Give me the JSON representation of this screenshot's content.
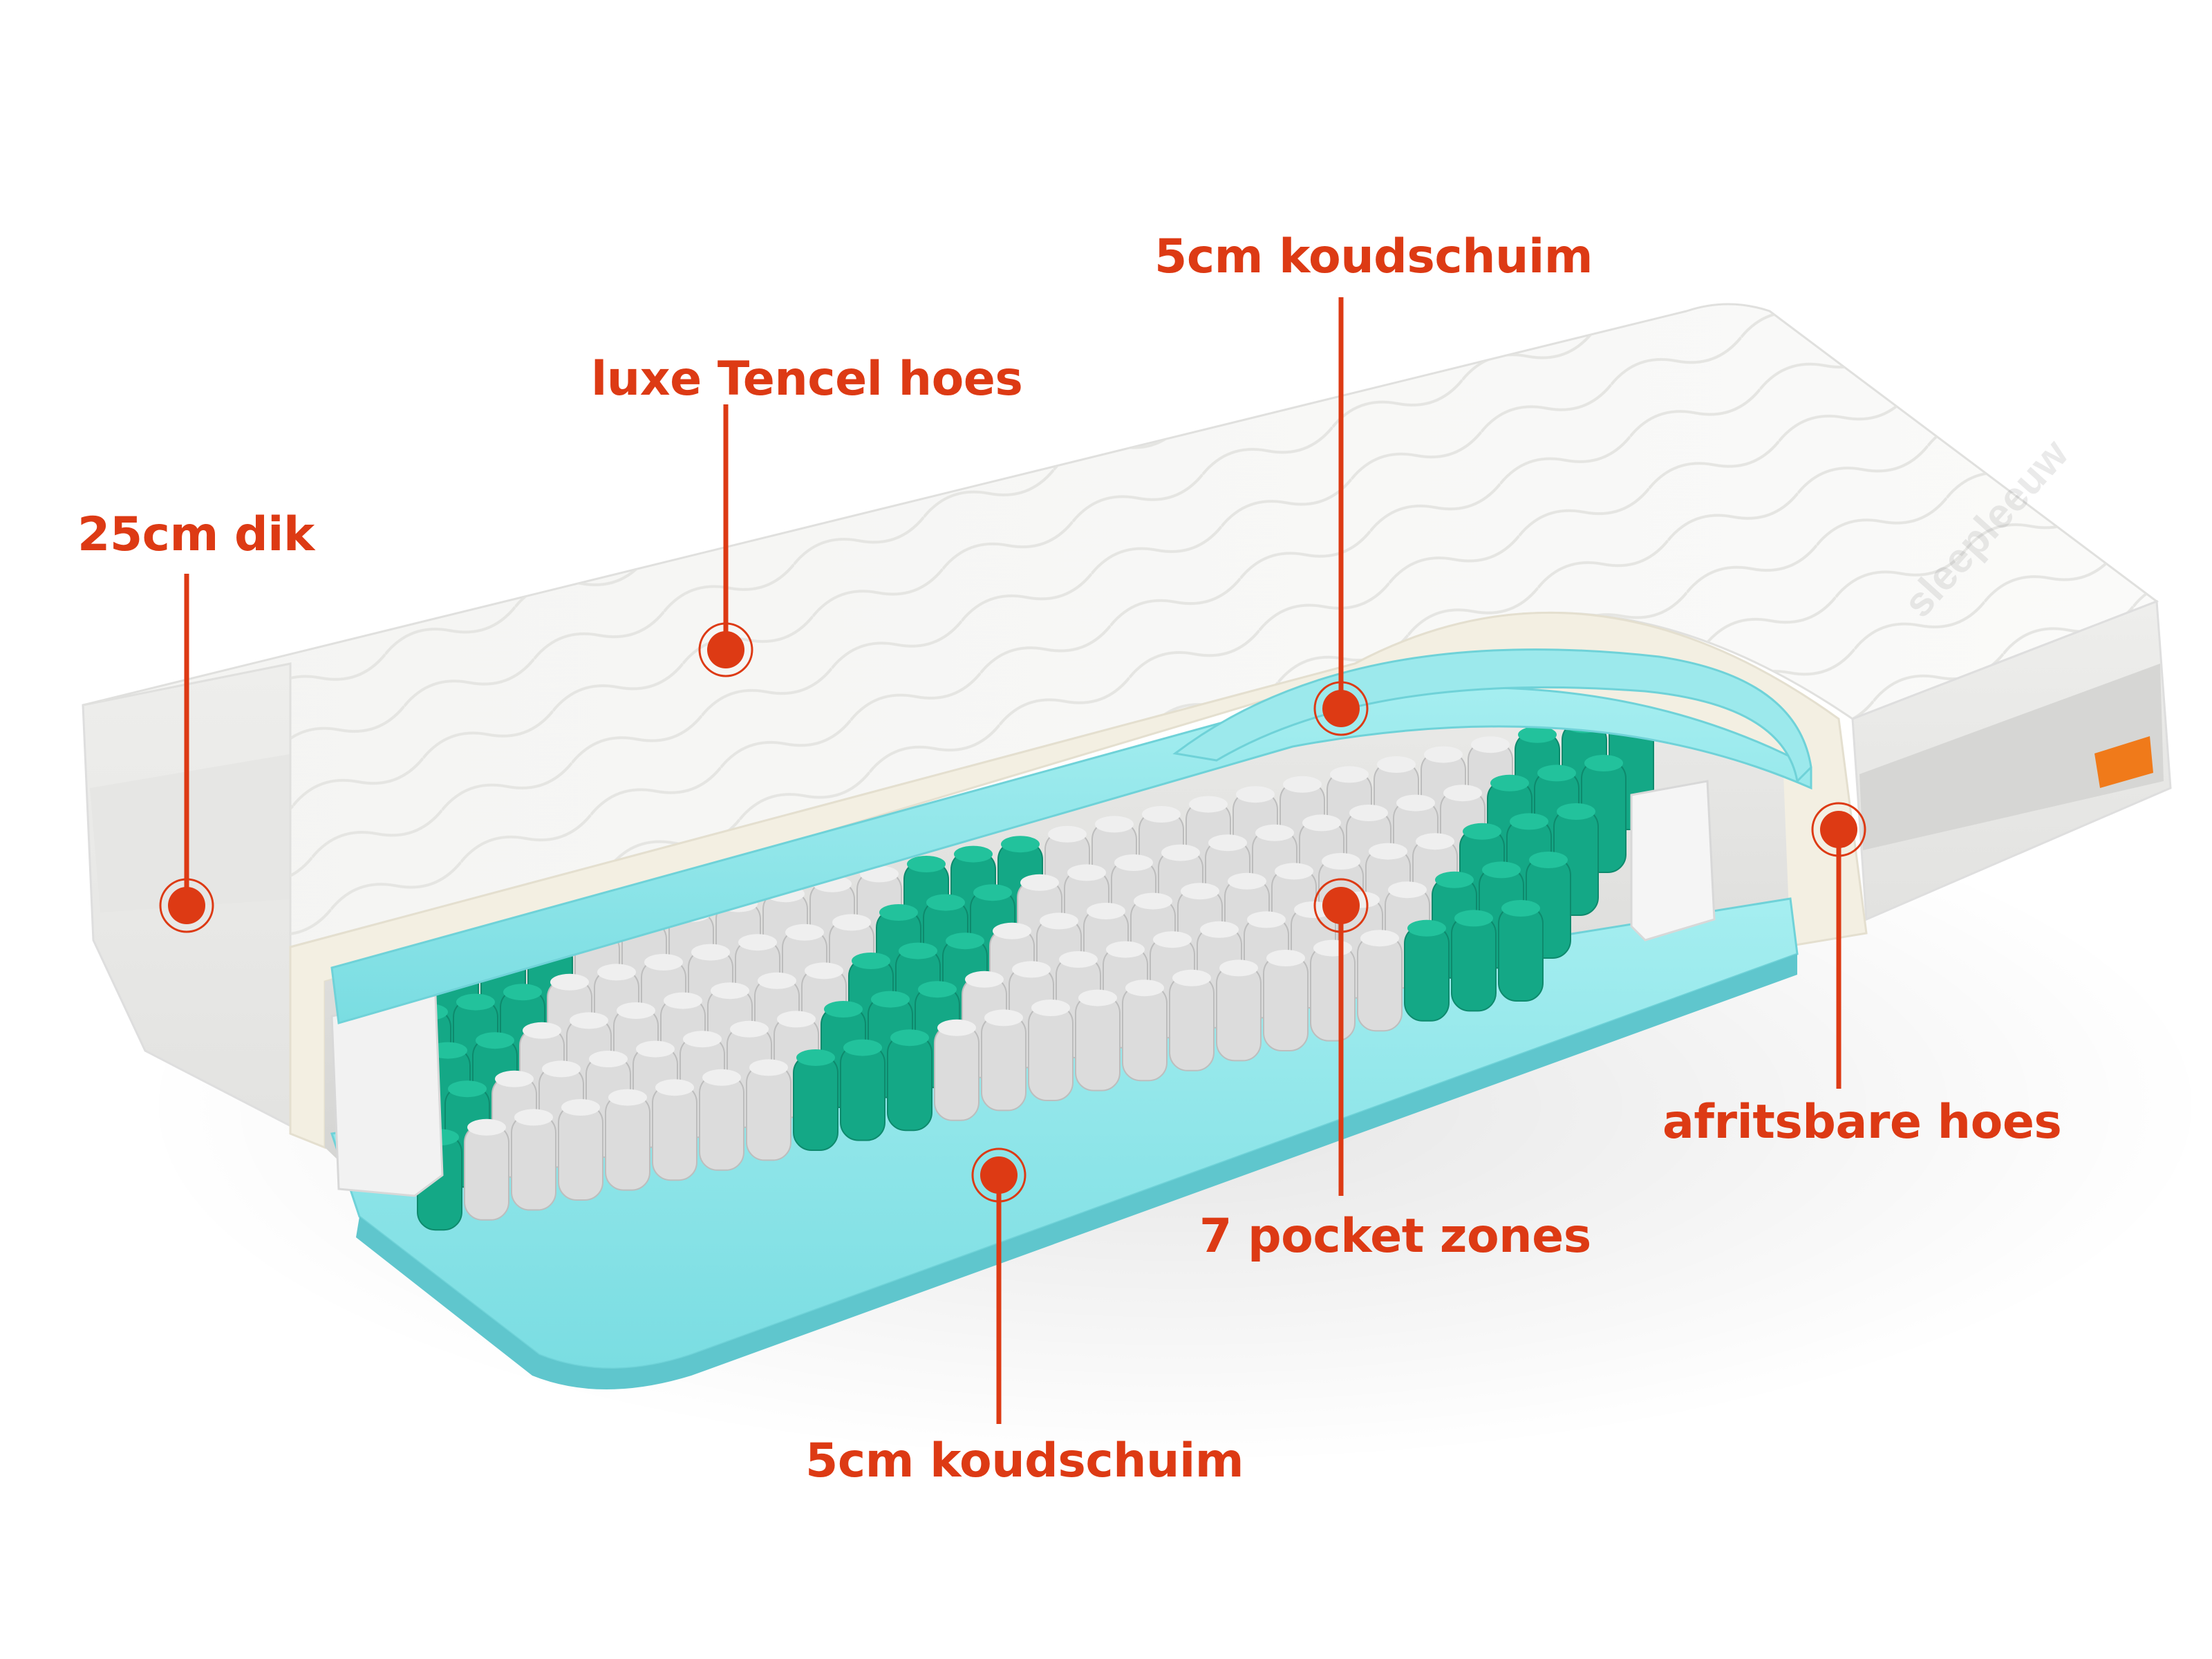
{
  "brand": {
    "watermark": "sleepleeuw"
  },
  "callouts": {
    "thickness": "25cm dik",
    "cover_tencel": "luxe Tencel hoes",
    "top_foam": "5cm koudschuim",
    "removable_cover": "afritsbare hoes",
    "pocket_zones": "7 pocket zones",
    "bottom_foam": "5cm koudschuim"
  },
  "colors": {
    "accent": "#dd3a14",
    "foam": "#8de6ea",
    "spring_green": "#14a886",
    "spring_grey": "#dcdcdc",
    "cover": "#f2f2f0",
    "tag_orange": "#f07a1a"
  }
}
